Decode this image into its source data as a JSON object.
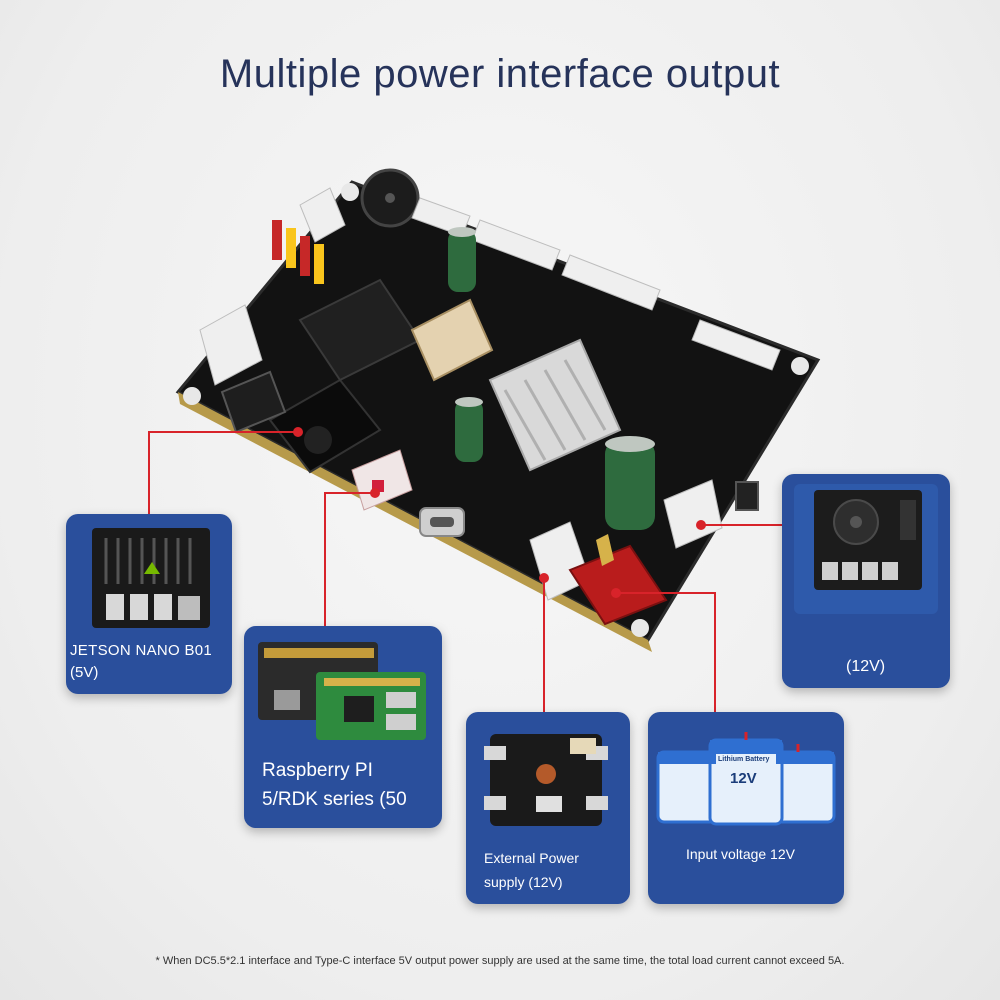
{
  "title": "Multiple power interface output",
  "cards": {
    "jetson": {
      "line1": "JETSON NANO B01",
      "line2": "(5V)"
    },
    "raspberry": {
      "line1": "Raspberry PI",
      "line2": "5/RDK series (50"
    },
    "external": {
      "line1": "External Power",
      "line2": "supply (12V)"
    },
    "input": {
      "line1": "Input voltage 12V",
      "battery_label": "Lithium Battery",
      "battery_voltage": "12V"
    },
    "orin": {
      "line1": "(12V)"
    }
  },
  "footnote": "* When DC5.5*2.1 interface and Type-C interface 5V output power supply are used at the same time, the total load current cannot exceed 5A.",
  "colors": {
    "card": "#2a4f9c",
    "connector_line": "#d8232a",
    "title": "#26335a",
    "pcb": "#151515"
  }
}
